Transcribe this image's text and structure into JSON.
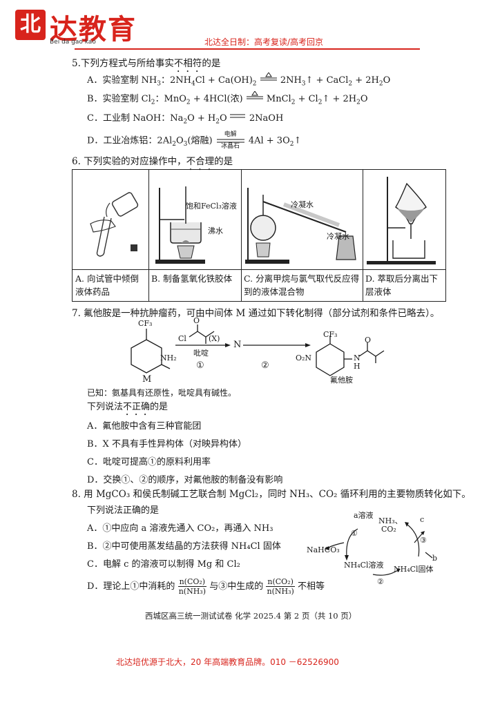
{
  "header": {
    "logo_char": "北",
    "logo_name": "达教育",
    "logo_pinyin": "Bei da gao kao",
    "slogan": "北达全日制：高考复读/高考回京"
  },
  "q5": {
    "stem_a": "5.下列方程式与所给事实",
    "stem_b": "不相符",
    "stem_c": "的是",
    "A": {
      "label": "A．实验室制 NH",
      "mid": "：2NH",
      "mid2": "Cl + Ca(OH)",
      "right": "2NH",
      "right2": "↑ + CaCl",
      "right3": " + 2H",
      "right4": "O"
    },
    "B": {
      "label": "B．实验室制 Cl",
      "mid": "：MnO",
      "mid2": " + 4HCl(浓)",
      "right": "MnCl",
      "right2": " + Cl",
      "right3": "↑ + 2H",
      "right4": "O"
    },
    "C": {
      "label": "C．工业制 NaOH：Na",
      "mid": "O + H",
      "mid2": "O",
      "right": "2NaOH"
    },
    "D": {
      "label": "D．工业冶炼铝：2Al",
      "mid": "O",
      "mid2": "(熔融)",
      "over": "电解",
      "under": "冰晶石",
      "right": "4Al + 3O",
      "right2": "↑"
    }
  },
  "q6": {
    "stem_a": "6. 下列实验的对应操作中，",
    "stem_b": "不合理",
    "stem_c": "的是",
    "label_fecl3": "饱和FeCl₃溶液",
    "label_boil": "沸水",
    "label_cold1": "冷凝水",
    "label_cold2": "冷凝水",
    "captions": [
      "A. 向试管中倾倒液体药品",
      "B. 制备氢氧化铁胶体",
      "C. 分离甲烷与氯气取代反应得到的液体混合物",
      "D. 萃取后分离出下层液体"
    ]
  },
  "q7": {
    "stem": "7. 氟他胺是一种抗肿瘤药，可由中间体 M 通过如下转化制得（部分试剂和条件已略去）。",
    "cf3_1": "CF₃",
    "nh2": "NH₂",
    "m_label": "M",
    "reagent_x": "(X)",
    "o_atom": "O",
    "cl_atom": "Cl",
    "pyridine": "吡啶",
    "step1": "①",
    "n_label": "N",
    "step2": "②",
    "cf3_2": "CF₃",
    "o2n": "O₂N",
    "nh": "N",
    "h": "H",
    "o_atom2": "O",
    "product_name": "氟他胺",
    "known": "已知：氨基具有还原性，吡啶具有碱性。",
    "ask_a": "下列说法",
    "ask_b": "不正确",
    "ask_c": "的是",
    "A": "A．氟他胺中含有三种官能团",
    "B": "B．X 不具有手性异构体（对映异构体）",
    "C": "C．吡啶可提高①的原料利用率",
    "D": "D．交换①、②的顺序，对氟他胺的制备没有影响"
  },
  "q8": {
    "stem": "8. 用 MgCO₃ 和侯氏制碱工艺联合制 MgCl₂，同时 NH₃、CO₂ 循环利用的主要物质转化如下。",
    "ask": "下列说法正确的是",
    "A": "A．①中应向 a 溶液先通入 CO₂，再通入 NH₃",
    "B": "B．②中可使用蒸发结晶的方法获得 NH₄Cl 固体",
    "C": "C．电解 c 的溶液可以制得 Mg 和 Cl₂",
    "D_a": "D．理论上①中消耗的",
    "D_b": "与③中生成的",
    "D_c": "不相等",
    "frac_num": "n(CO₂)",
    "frac_den": "n(NH₃)",
    "diag": {
      "a_sol": "a溶液",
      "nh3": "NH₃、",
      "co2": "CO₂",
      "c": "c",
      "nahco3": "NaHCO₃",
      "s1": "①",
      "s3": "③",
      "nh4cl_sol": "NH₄Cl溶液",
      "s2": "②",
      "nh4cl_solid": "NH₄Cl固体",
      "b": "b"
    }
  },
  "footer": {
    "exam": "西城区高三统一测试试卷  化学 2025.4    第 2 页（共 10 页）",
    "ad": "北达培优源于北大，20 年高端教育品牌。010  －62526900"
  }
}
